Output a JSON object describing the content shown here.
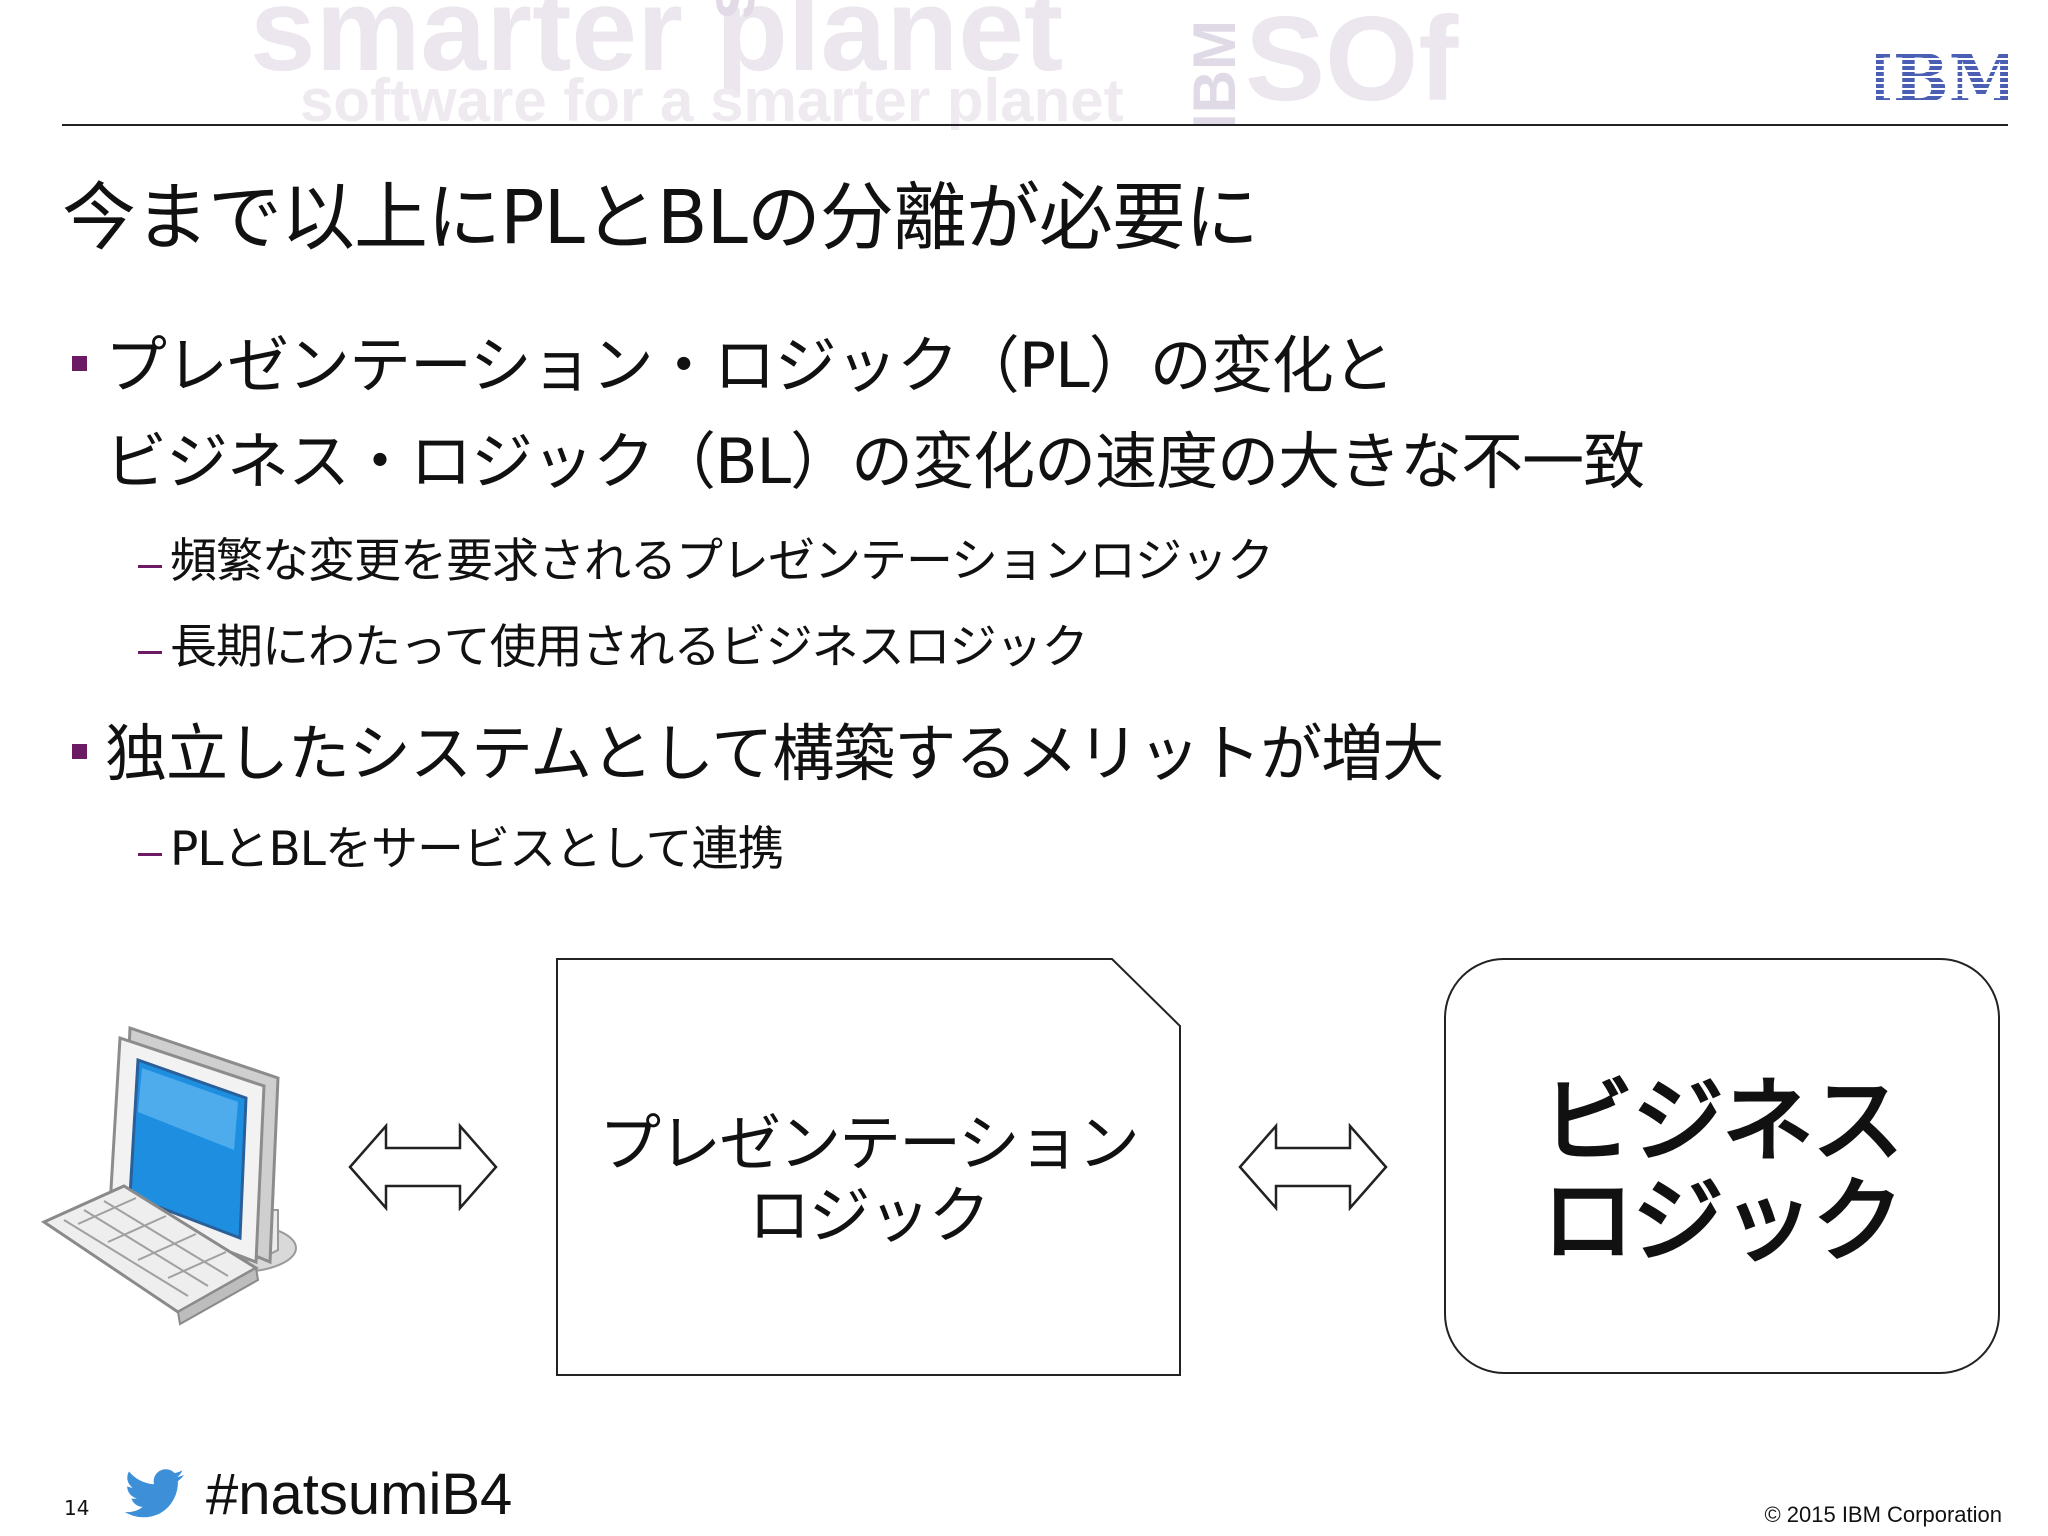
{
  "header": {
    "watermark": {
      "line1": "smarter planet",
      "line2": "software for a smarter planet",
      "soft": "soft",
      "ibm_vertical": "IBM",
      "sof": "SOf"
    },
    "logo": "IBM"
  },
  "slide": {
    "title": "今まで以上にPLとBLの分離が必要に",
    "bullets": [
      {
        "line1": "プレゼンテーション・ロジック（PL）の変化と",
        "line2": "ビジネス・ロジック（BL）の変化の速度の大きな不一致",
        "subs": [
          "頻繁な変更を要求されるプレゼンテーションロジック",
          "長期にわたって使用されるビジネスロジック"
        ]
      },
      {
        "line1": "独立したシステムとして構築するメリットが増大",
        "subs": [
          "PLとBLをサービスとして連携"
        ]
      }
    ]
  },
  "diagram": {
    "pl_box": {
      "line1": "プレゼンテーション",
      "line2": "ロジック"
    },
    "bl_box": {
      "line1": "ビジネス",
      "line2": "ロジック"
    },
    "icons": [
      "computer-icon",
      "double-arrow-icon",
      "double-arrow-icon"
    ]
  },
  "footer": {
    "page_number": "14",
    "hashtag": "#natsumiB4",
    "copyright": "© 2015 IBM Corporation",
    "twitter_icon": "twitter-bird-icon"
  },
  "colors": {
    "accent": "#6a1b63",
    "ibm_blue": "#4a5fb4",
    "text": "#111111"
  }
}
